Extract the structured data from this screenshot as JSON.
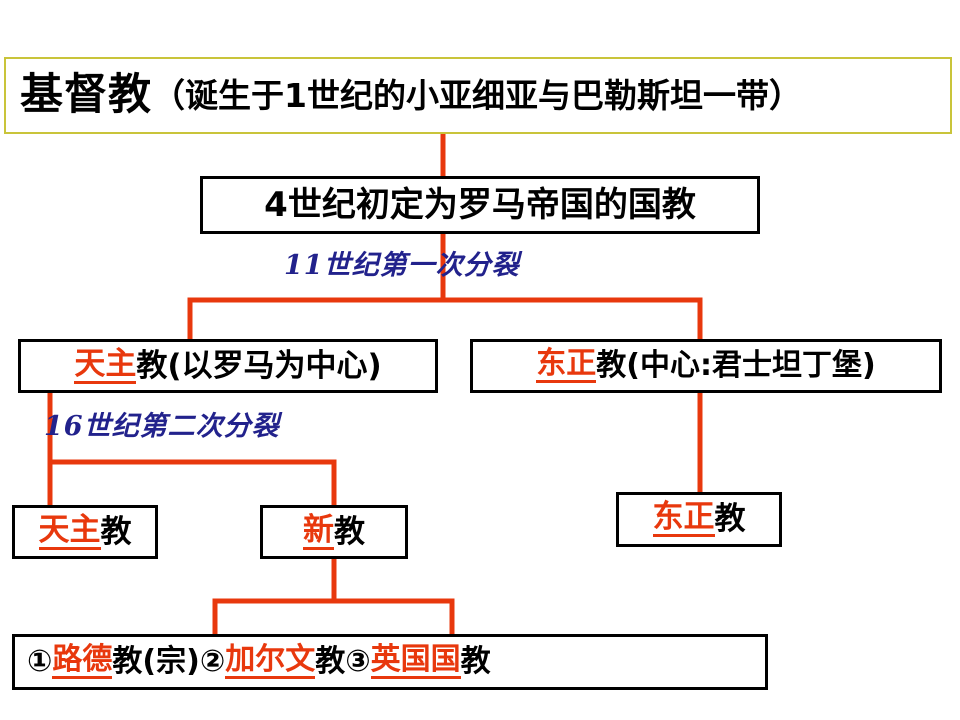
{
  "diagram": {
    "title_box": {
      "main": "基督教",
      "detail": "（诞生于1世纪的小亚细亚与巴勒斯坦一带）",
      "border_color": "#c9c43a"
    },
    "state_religion": {
      "label": "4世纪初定为罗马帝国的国教"
    },
    "splits": {
      "first": "11世纪第一次分裂",
      "second": "16世纪第二次分裂",
      "color": "#22228c"
    },
    "level3": {
      "catholic": {
        "red": "天主",
        "black": "教(以罗马为中心)"
      },
      "orthodox": {
        "red": "东正",
        "black": "教(中心:君士坦丁堡)"
      }
    },
    "level4": {
      "catholic": {
        "red": "天主",
        "black": "教"
      },
      "protestant": {
        "red": "新",
        "black": "教"
      },
      "orthodox": {
        "red": "东正",
        "black": "教"
      }
    },
    "branches": {
      "num1": "①",
      "b1_red": "路德",
      "b1_black": "教(宗)",
      "num2": "②",
      "b2_red": "加尔文",
      "b2_black": "教",
      "num3": "③",
      "b3_red": "英国国",
      "b3_black": "教"
    },
    "connector_color": "#e8380d"
  }
}
